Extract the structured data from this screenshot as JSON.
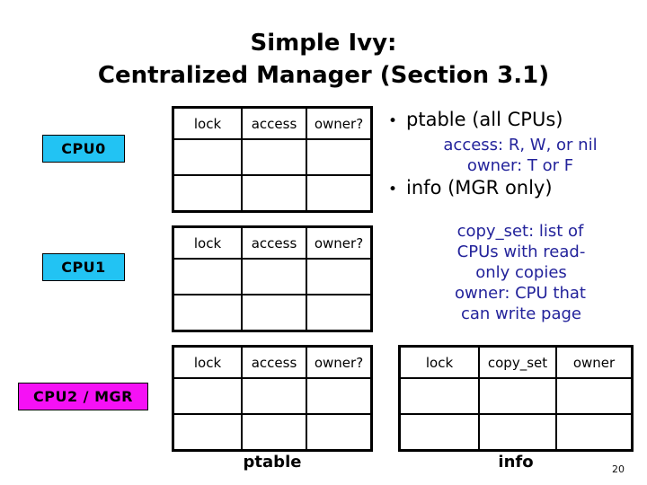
{
  "slide": {
    "page_number": "20",
    "title_lines": [
      "Simple Ivy:",
      "Centralized Manager (Section 3.1)"
    ]
  },
  "colors": {
    "cpu_chip_cyan": "#22C3F3",
    "mgr_chip_magenta": "#F511F5",
    "sub_text_blue": "#23239B",
    "text_black": "#000000",
    "background": "#FFFFFF"
  },
  "cpus": [
    {
      "label": "CPU0"
    },
    {
      "label": "CPU1"
    },
    {
      "label": "CPU2 / MGR"
    }
  ],
  "ptables": [
    {
      "name": "ptable-cpu0",
      "headers": [
        "lock",
        "access",
        "owner?"
      ],
      "rows": [
        [
          "",
          "",
          ""
        ],
        [
          "",
          "",
          ""
        ]
      ]
    },
    {
      "name": "ptable-cpu1",
      "headers": [
        "lock",
        "access",
        "owner?"
      ],
      "rows": [
        [
          "",
          "",
          ""
        ],
        [
          "",
          "",
          ""
        ]
      ]
    },
    {
      "name": "ptable-cpu2",
      "headers": [
        "lock",
        "access",
        "owner?"
      ],
      "rows": [
        [
          "",
          "",
          ""
        ],
        [
          "",
          "",
          ""
        ]
      ]
    }
  ],
  "info_table": {
    "headers": [
      "lock",
      "copy_set",
      "owner"
    ],
    "rows": [
      [
        "",
        "",
        ""
      ],
      [
        "",
        "",
        ""
      ]
    ]
  },
  "captions": {
    "ptable": "ptable",
    "info": "info"
  },
  "notes": {
    "bullet_glyph": "•",
    "group1": {
      "heading": "ptable (all CPUs)",
      "sub_lines": [
        "access: R, W, or nil",
        "owner: T or F"
      ]
    },
    "group2": {
      "heading": "info (MGR only)",
      "sub_lines": [
        "copy_set: list of",
        "CPUs with read-",
        "only copies",
        "owner: CPU that",
        "can write page"
      ]
    }
  }
}
